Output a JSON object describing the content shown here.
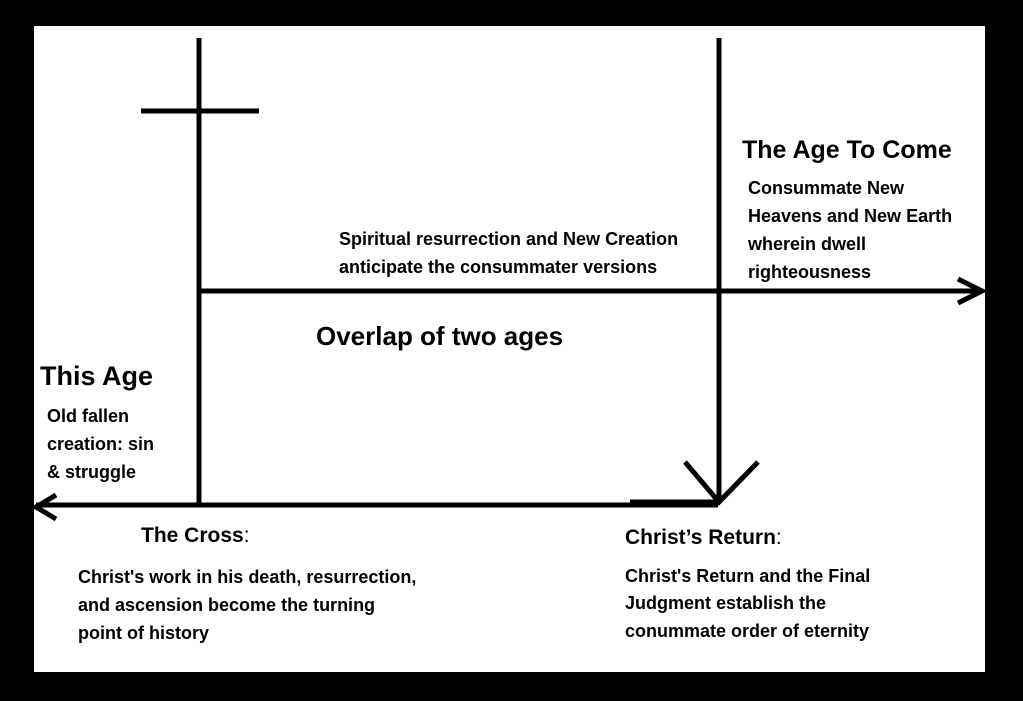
{
  "the_age_to_come": {
    "title": "The Age To Come",
    "line1": "Consummate New",
    "line2": "Heavens and New Earth",
    "line3": "wherein dwell",
    "line4": "righteousness"
  },
  "spiritual": {
    "line1": "Spiritual resurrection and New Creation",
    "line2": "anticipate the consummater versions"
  },
  "overlap": "Overlap of two ages",
  "this_age": {
    "title": "This Age",
    "line1": "Old fallen",
    "line2": "creation: sin",
    "line3": "& struggle"
  },
  "the_cross": {
    "label": "The Cross",
    "colon": ":",
    "line1": "Christ's work in his death, resurrection,",
    "line2": "and ascension become the turning",
    "line3": "point of history"
  },
  "christs_return": {
    "label": "Christ’s Return",
    "colon": ":",
    "line1": "Christ's Return and the Final",
    "line2": "Judgment establish the",
    "line3": "conummate order of eternity"
  },
  "colors": {
    "frame": "#000000",
    "background": "#ffffff",
    "ink": "#000000"
  }
}
